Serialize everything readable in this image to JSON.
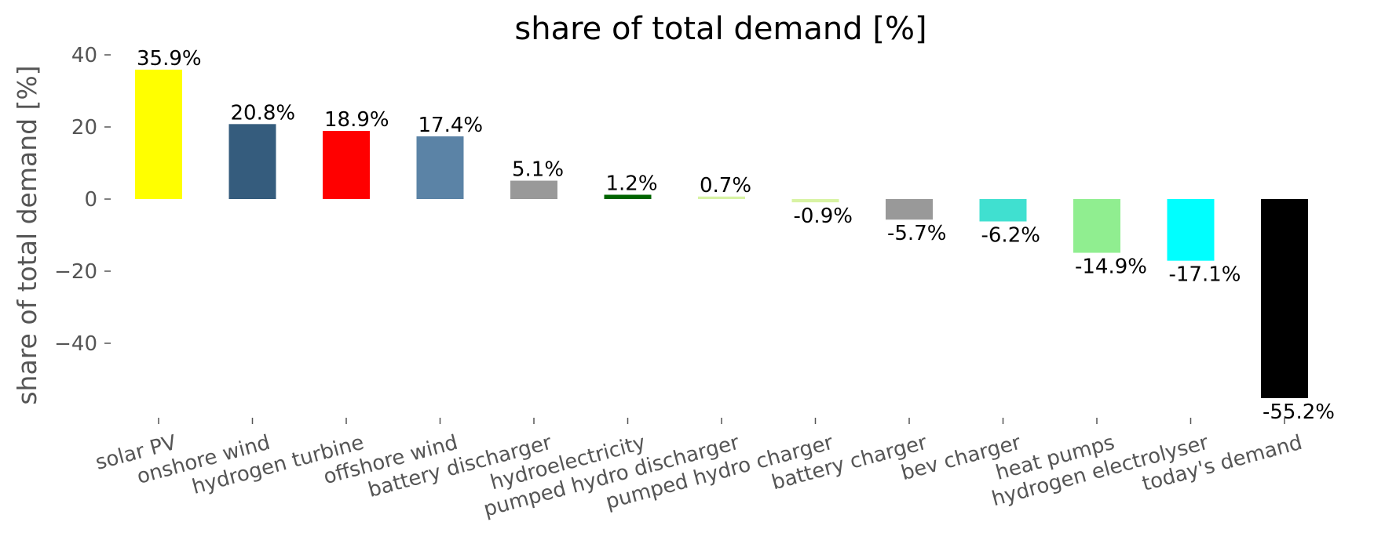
{
  "chart_data": {
    "type": "bar",
    "title": "share of total demand [%]",
    "xlabel": "",
    "ylabel": "share of total demand [%]",
    "ylim": [
      -61,
      42
    ],
    "yticks": [
      40,
      20,
      0,
      -20,
      -40
    ],
    "ytick_labels": [
      "40",
      "20",
      "0",
      "−20",
      "−40"
    ],
    "grid": false,
    "categories": [
      "solar PV",
      "onshore wind",
      "hydrogen turbine",
      "offshore wind",
      "battery discharger",
      "hydroelectricity",
      "pumped hydro discharger",
      "pumped hydro charger",
      "battery charger",
      "bev charger",
      "heat pumps",
      "hydrogen electrolyser",
      "today's demand"
    ],
    "values": [
      35.9,
      20.8,
      18.9,
      17.4,
      5.1,
      1.2,
      0.7,
      -0.9,
      -5.7,
      -6.2,
      -14.9,
      -17.1,
      -55.2
    ],
    "data_labels": [
      "35.9%",
      "20.8%",
      "18.9%",
      "17.4%",
      "5.1%",
      "1.2%",
      "0.7%",
      "-0.9%",
      "-5.7%",
      "-6.2%",
      "-14.9%",
      "-17.1%",
      "-55.2%"
    ],
    "colors": [
      "#ffff00",
      "#355c7d",
      "#ff0000",
      "#5b83a6",
      "#999999",
      "#006400",
      "#d8f3a4",
      "#d8f3a4",
      "#999999",
      "#40e0d0",
      "#90ee90",
      "#00ffff",
      "#000000"
    ]
  }
}
